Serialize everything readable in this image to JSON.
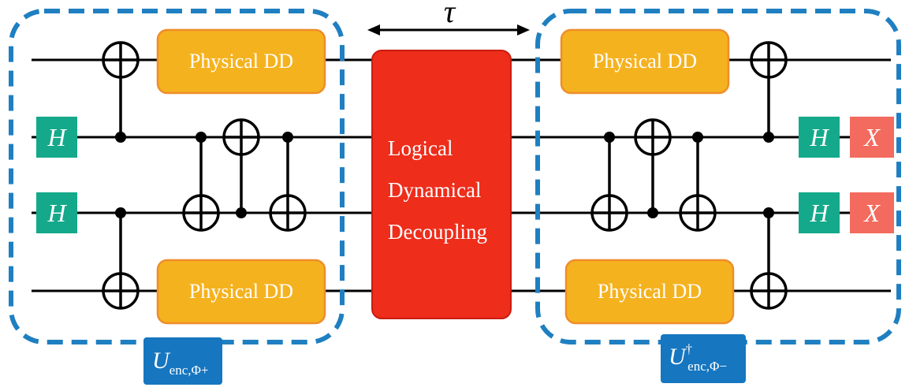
{
  "diagram": {
    "physical_dd_label": "Physical DD",
    "logical_block_lines": [
      "Logical",
      "Dynamical",
      "Decoupling"
    ],
    "hadamard_label": "H",
    "pauli_x_label": "X",
    "tau_label": "τ",
    "encoder_left_label": {
      "main": "U",
      "subscript": "enc,Φ+"
    },
    "encoder_right_label": {
      "main": "U",
      "superscript": "†",
      "subscript": "enc,Φ−"
    },
    "colors": {
      "enclosure": "#1f7fc1",
      "physical_dd": "#f5b21f",
      "logical_block": "#ee2d1b",
      "hadamard": "#14a98a",
      "pauli_x": "#f26b5e",
      "label_box": "#1676c0"
    }
  }
}
